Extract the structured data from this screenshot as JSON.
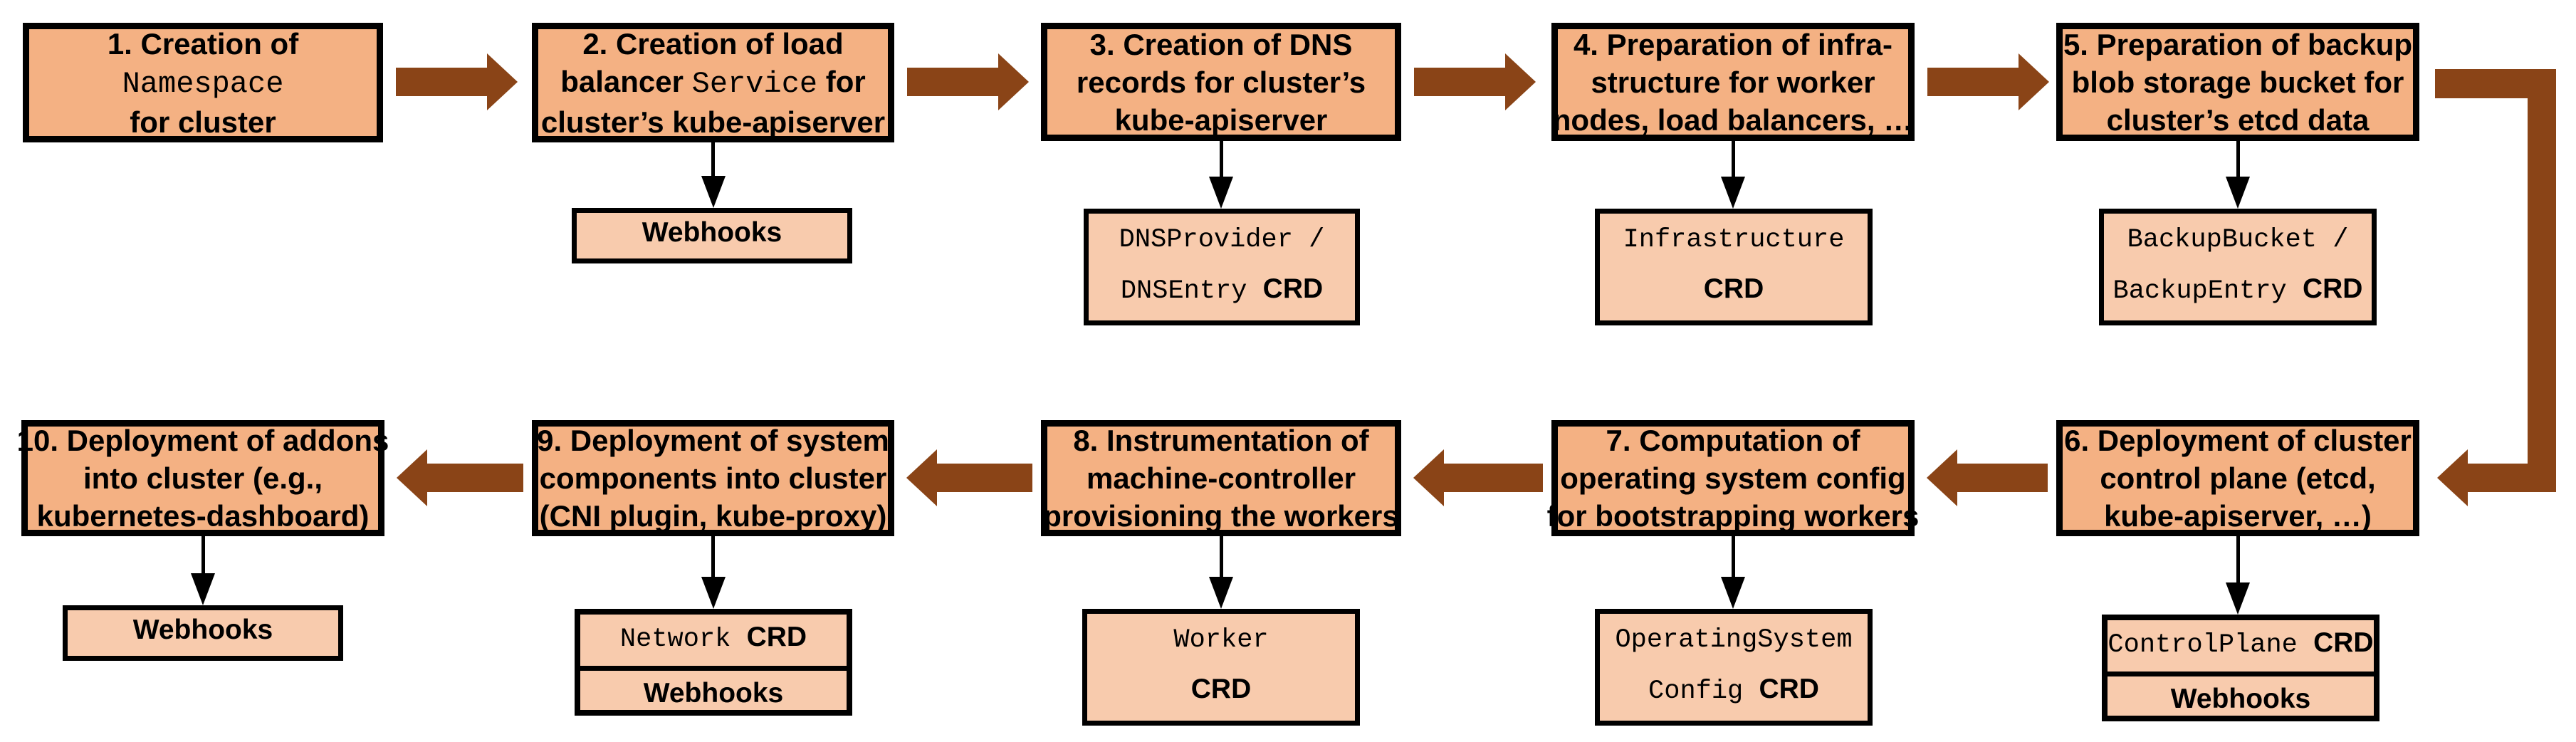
{
  "diagram": {
    "description": "Cluster creation flow with extension CRDs and webhooks",
    "colors": {
      "step_fill": "#F4B183",
      "sub_fill": "#F8CBAD",
      "arrow": "#8A4417",
      "border": "#000000",
      "background": "#FFFFFF"
    },
    "steps": [
      {
        "name": "step-1",
        "lines": [
          [
            {
              "t": "1. Creation of"
            }
          ],
          [
            {
              "t": "Namespace",
              "mono": true
            }
          ],
          [
            {
              "t": "for cluster"
            }
          ]
        ],
        "sub": null
      },
      {
        "name": "step-2",
        "lines": [
          [
            {
              "t": "2. Creation of load"
            }
          ],
          [
            {
              "t": "balancer "
            },
            {
              "t": "Service",
              "mono": true
            },
            {
              "t": " for"
            }
          ],
          [
            {
              "t": "cluster’s kube-apiserver"
            }
          ]
        ],
        "sub": {
          "kind": "single",
          "compartments": [
            [
              [
                {
                  "t": "Webhooks",
                  "bold": true
                }
              ]
            ]
          ]
        }
      },
      {
        "name": "step-3",
        "lines": [
          [
            {
              "t": "3. Creation of DNS"
            }
          ],
          [
            {
              "t": "records for cluster’s"
            }
          ],
          [
            {
              "t": "kube-apiserver"
            }
          ]
        ],
        "sub": {
          "kind": "single",
          "compartments": [
            [
              [
                {
                  "t": "DNSProvider /",
                  "mono": true
                }
              ],
              [
                {
                  "t": "DNSEntry ",
                  "mono": true
                },
                {
                  "t": "CRD",
                  "bold": true
                }
              ]
            ]
          ]
        }
      },
      {
        "name": "step-4",
        "lines": [
          [
            {
              "t": "4. Preparation of infra-"
            }
          ],
          [
            {
              "t": "structure for worker"
            }
          ],
          [
            {
              "t": "nodes, load balancers, …"
            }
          ]
        ],
        "sub": {
          "kind": "single",
          "compartments": [
            [
              [
                {
                  "t": "Infrastructure",
                  "mono": true
                }
              ],
              [
                {
                  "t": "CRD",
                  "bold": true
                }
              ]
            ]
          ]
        }
      },
      {
        "name": "step-5",
        "lines": [
          [
            {
              "t": "5. Preparation of backup"
            }
          ],
          [
            {
              "t": "blob storage bucket for"
            }
          ],
          [
            {
              "t": "cluster’s etcd data"
            }
          ]
        ],
        "sub": {
          "kind": "single",
          "compartments": [
            [
              [
                {
                  "t": "BackupBucket /",
                  "mono": true
                }
              ],
              [
                {
                  "t": "BackupEntry ",
                  "mono": true
                },
                {
                  "t": "CRD",
                  "bold": true
                }
              ]
            ]
          ]
        }
      },
      {
        "name": "step-6",
        "lines": [
          [
            {
              "t": "6. Deployment of cluster"
            }
          ],
          [
            {
              "t": "control plane (etcd,"
            }
          ],
          [
            {
              "t": "kube-apiserver, …)"
            }
          ]
        ],
        "sub": {
          "kind": "stack",
          "compartments": [
            [
              [
                {
                  "t": "ControlPlane ",
                  "mono": true
                },
                {
                  "t": "CRD",
                  "bold": true
                }
              ]
            ],
            [
              [
                {
                  "t": "Webhooks",
                  "bold": true
                }
              ]
            ]
          ]
        }
      },
      {
        "name": "step-7",
        "lines": [
          [
            {
              "t": "7. Computation of"
            }
          ],
          [
            {
              "t": "operating system config"
            }
          ],
          [
            {
              "t": "for bootstrapping workers"
            }
          ]
        ],
        "sub": {
          "kind": "single",
          "compartments": [
            [
              [
                {
                  "t": "OperatingSystem",
                  "mono": true
                }
              ],
              [
                {
                  "t": "Config ",
                  "mono": true
                },
                {
                  "t": "CRD",
                  "bold": true
                }
              ]
            ]
          ]
        }
      },
      {
        "name": "step-8",
        "lines": [
          [
            {
              "t": "8. Instrumentation of"
            }
          ],
          [
            {
              "t": "machine-controller"
            }
          ],
          [
            {
              "t": "provisioning the workers"
            }
          ]
        ],
        "sub": {
          "kind": "single",
          "compartments": [
            [
              [
                {
                  "t": "Worker",
                  "mono": true
                }
              ],
              [
                {
                  "t": "CRD",
                  "bold": true
                }
              ]
            ]
          ]
        }
      },
      {
        "name": "step-9",
        "lines": [
          [
            {
              "t": "9. Deployment of system"
            }
          ],
          [
            {
              "t": "components into cluster"
            }
          ],
          [
            {
              "t": "(CNI plugin, kube-proxy)"
            }
          ]
        ],
        "sub": {
          "kind": "stack",
          "compartments": [
            [
              [
                {
                  "t": "Network ",
                  "mono": true
                },
                {
                  "t": "CRD",
                  "bold": true
                }
              ]
            ],
            [
              [
                {
                  "t": "Webhooks",
                  "bold": true
                }
              ]
            ]
          ]
        }
      },
      {
        "name": "step-10",
        "lines": [
          [
            {
              "t": "10. Deployment of addons"
            }
          ],
          [
            {
              "t": "into cluster (e.g.,"
            }
          ],
          [
            {
              "t": "kubernetes-dashboard)"
            }
          ]
        ],
        "sub": {
          "kind": "single",
          "compartments": [
            [
              [
                {
                  "t": "Webhooks",
                  "bold": true
                }
              ]
            ]
          ]
        }
      }
    ]
  }
}
